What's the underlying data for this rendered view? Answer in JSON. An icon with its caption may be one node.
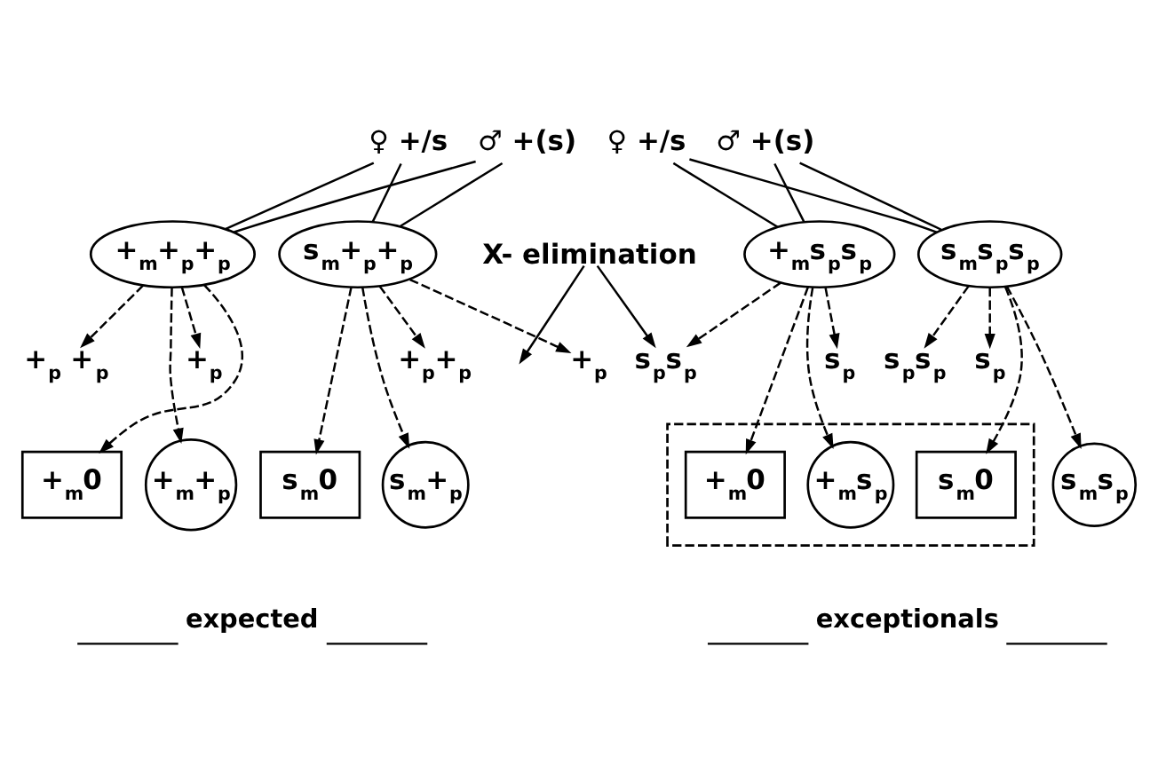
{
  "diagram": {
    "nodes": [
      {
        "text": [
          "♀ +/s"
        ]
      },
      {
        "text": [
          "♂ +(s)"
        ]
      },
      {
        "text": [
          "♀ +/s"
        ]
      },
      {
        "text": [
          "♂ +(s)"
        ]
      },
      {
        "text": [
          "+$_{m}$+$_{p}$+$_{p}$"
        ]
      },
      {
        "text": [
          "s$_{m}$+$_{p}$+$_{p}$"
        ]
      },
      {
        "text": [
          "+$_{m}$s$_{p}$s$_{p}$"
        ]
      },
      {
        "text": [
          "s$_{m}$s$_{p}$s$_{p}$"
        ]
      },
      {
        "text": [
          "X- elimination"
        ]
      },
      {
        "text": [
          "+$_{p}$ +$_{p}$"
        ]
      },
      {
        "text": [
          "+$_{p}$"
        ]
      },
      {
        "text": [
          "+$_{p}$+$_{p}$"
        ]
      },
      {
        "text": [
          "+$_{p}$"
        ]
      },
      {
        "text": [
          "s$_{p}$s$_{p}$"
        ]
      },
      {
        "text": [
          "s$_{p}$"
        ]
      },
      {
        "text": [
          "s$_{p}$s$_{p}$"
        ]
      },
      {
        "text": [
          "s$_{p}$"
        ]
      },
      {
        "text": [
          "+$_{m}$0"
        ]
      },
      {
        "text": [
          "+$_{m}$+$_{p}$"
        ]
      },
      {
        "text": [
          "s$_{m}$0"
        ]
      },
      {
        "text": [
          "s$_{m}$+$_{p}$"
        ]
      },
      {
        "text": [],
        "shape": "box"
      },
      {
        "text": [
          "+$_{m}$0"
        ],
        "in": 21
      },
      {
        "text": [
          "+$_{m}$s$_{p}$"
        ],
        "in": 21
      },
      {
        "text": [
          "s$_{m}$0"
        ],
        "in": 21
      },
      {
        "text": [
          "s$_{m}$s$_{p}$"
        ]
      }
    ],
    "edges": [
      {
        "from": 0,
        "to": 4,
        "arrow": "none"
      },
      {
        "from": 0,
        "to": 5,
        "arrow": "none"
      },
      {
        "from": 1,
        "to": 4,
        "arrow": "none"
      },
      {
        "from": 1,
        "to": 5,
        "arrow": "none"
      },
      {
        "from": 2,
        "to": 6,
        "arrow": "none"
      },
      {
        "from": 2,
        "to": 7,
        "arrow": "none"
      },
      {
        "from": 3,
        "to": 6,
        "arrow": "none"
      },
      {
        "from": 3,
        "to": 7,
        "arrow": "none"
      },
      {
        "from": 4,
        "to": 17,
        "arrow": "to",
        "style": "dashed"
      },
      {
        "from": 4,
        "to": 9,
        "arrow": "to",
        "style": "dashed"
      },
      {
        "from": 4,
        "to": 18,
        "arrow": "to",
        "style": "dashed"
      },
      {
        "from": 4,
        "to": 10,
        "arrow": "to",
        "style": "dashed"
      },
      {
        "from": 5,
        "to": 19,
        "arrow": "to",
        "style": "dashed"
      },
      {
        "from": 5,
        "to": 11,
        "arrow": "to",
        "style": "dashed"
      },
      {
        "from": 5,
        "to": 20,
        "arrow": "to",
        "style": "dashed"
      },
      {
        "from": 5,
        "to": 12,
        "arrow": "to",
        "style": "dashed"
      },
      {
        "from": 6,
        "to": 22,
        "arrow": "to",
        "style": "dashed"
      },
      {
        "from": 6,
        "to": 13,
        "arrow": "to",
        "style": "dashed"
      },
      {
        "from": 6,
        "to": 23,
        "arrow": "to",
        "style": "dashed"
      },
      {
        "from": 6,
        "to": 14,
        "arrow": "to",
        "style": "dashed"
      },
      {
        "from": 7,
        "to": 24,
        "arrow": "to",
        "style": "dashed"
      },
      {
        "from": 7,
        "to": 15,
        "arrow": "to",
        "style": "dashed"
      },
      {
        "from": 7,
        "to": 25,
        "arrow": "to",
        "style": "dashed"
      },
      {
        "from": 7,
        "to": 16,
        "arrow": "to",
        "style": "dashed"
      },
      {
        "from": 8,
        "to": null,
        "arrow": "to"
      },
      {
        "from": 8,
        "to": 13,
        "arrow": "to"
      }
    ],
    "labels": [
      "expected",
      "exceptionals"
    ]
  }
}
